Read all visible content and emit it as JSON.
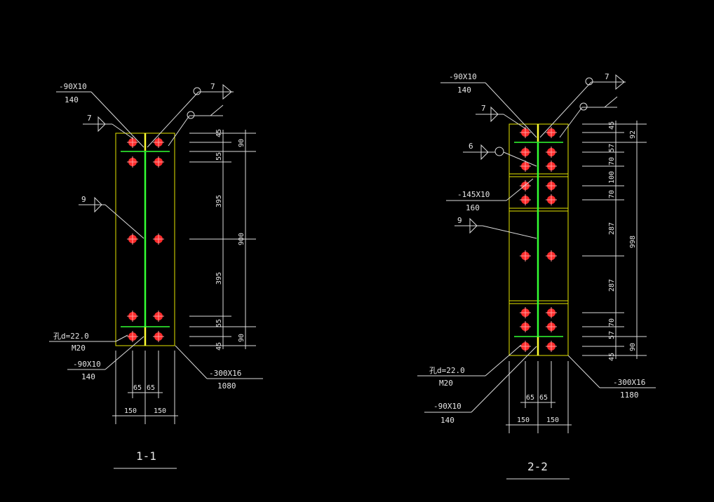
{
  "section_1": {
    "title": "1-1",
    "top_plate_size": "-90X10",
    "top_plate_length": "140",
    "bottom_plate_size": "-90X10",
    "bottom_plate_length": "140",
    "web_plate_size": "-300X16",
    "web_plate_length": "1080",
    "hole_label": "孔d=22.0",
    "bolt_label": "M20",
    "weld_top_left": "7",
    "weld_top_right": "7",
    "weld_mid": "9",
    "dims_right": [
      "45",
      "90",
      "55",
      "395",
      "900",
      "395",
      "55",
      "90",
      "45"
    ],
    "dims_bottom_inner": [
      "65",
      "65"
    ],
    "dims_bottom_outer": [
      "150",
      "150"
    ]
  },
  "section_2": {
    "title": "2-2",
    "top_plate_size": "-90X10",
    "top_plate_length": "140",
    "mid_plate_size": "-145X10",
    "mid_plate_length": "160",
    "bottom_plate_size": "-90X10",
    "bottom_plate_length": "140",
    "web_plate_size": "-300X16",
    "web_plate_length": "1180",
    "hole_label": "孔d=22.0",
    "bolt_label": "M20",
    "weld_top_left": "7",
    "weld_top_right": "7",
    "weld_side": "6",
    "weld_mid": "9",
    "dims_right": [
      "45",
      "92",
      "57",
      "70",
      "100",
      "70",
      "287",
      "998",
      "287",
      "70",
      "57",
      "90",
      "45"
    ],
    "dims_bottom_inner": [
      "65",
      "65"
    ],
    "dims_bottom_outer": [
      "150",
      "150"
    ]
  },
  "colors": {
    "background": "#000000",
    "outline": "#e6e600",
    "web_line": "#33ff33",
    "bolt": "#ff2b2b",
    "text": "#e6e6e6"
  }
}
